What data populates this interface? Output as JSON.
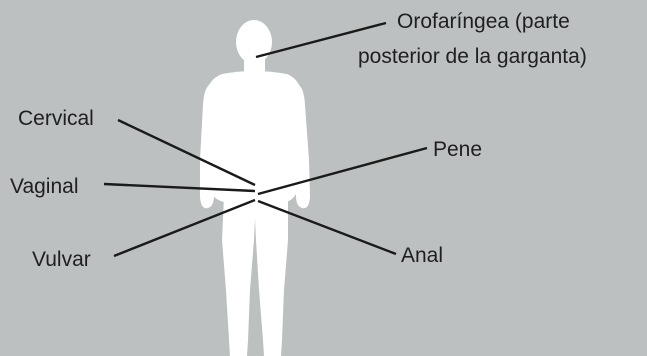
{
  "diagram": {
    "background_color": "#bcc0c1",
    "figure_color": "#ffffff",
    "line_color": "#1a1a1a",
    "labels": {
      "orofaringea_line1": "Orofaríngea (parte",
      "orofaringea_line2": "posterior de la garganta)",
      "cervical": "Cervical",
      "vaginal": "Vaginal",
      "vulvar": "Vulvar",
      "pene": "Pene",
      "anal": "Anal"
    }
  }
}
